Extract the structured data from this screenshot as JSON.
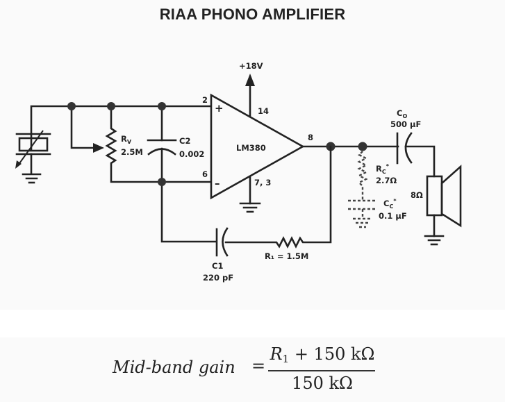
{
  "title": "RIAA PHONO AMPLIFIER",
  "colors": {
    "panel_bg": "#fafafa",
    "ink": "#222222",
    "page_bg": "#ffffff"
  },
  "circuit": {
    "supply": "+18V",
    "ic": {
      "name": "LM380",
      "pins": {
        "noninv": "2",
        "inv": "6",
        "vcc": "14",
        "gnd": "7, 3",
        "out": "8"
      },
      "plus": "+",
      "minus": "–"
    },
    "rv": {
      "name": "R",
      "sub": "V",
      "value": "2.5M"
    },
    "c2": {
      "name": "C2",
      "value": "0.002"
    },
    "c1": {
      "name": "C1",
      "value": "220 pF"
    },
    "r1": {
      "label": "R₁ = 1.5M"
    },
    "co": {
      "name": "C",
      "sub": "O",
      "value": "500 µF"
    },
    "rc": {
      "name": "R",
      "sub": "C",
      "star": "*",
      "value": "2.7Ω"
    },
    "cc": {
      "name": "C",
      "sub": "C",
      "star": "*",
      "value": "0.1 µF"
    },
    "speaker": {
      "value": "8Ω"
    },
    "input": "phono-cartridge"
  },
  "formula": {
    "lhs": "Mid-band gain",
    "eq": "=",
    "num_var": "R",
    "num_sub": "1",
    "num_rest": " + 150 kΩ",
    "den": "150 kΩ"
  }
}
